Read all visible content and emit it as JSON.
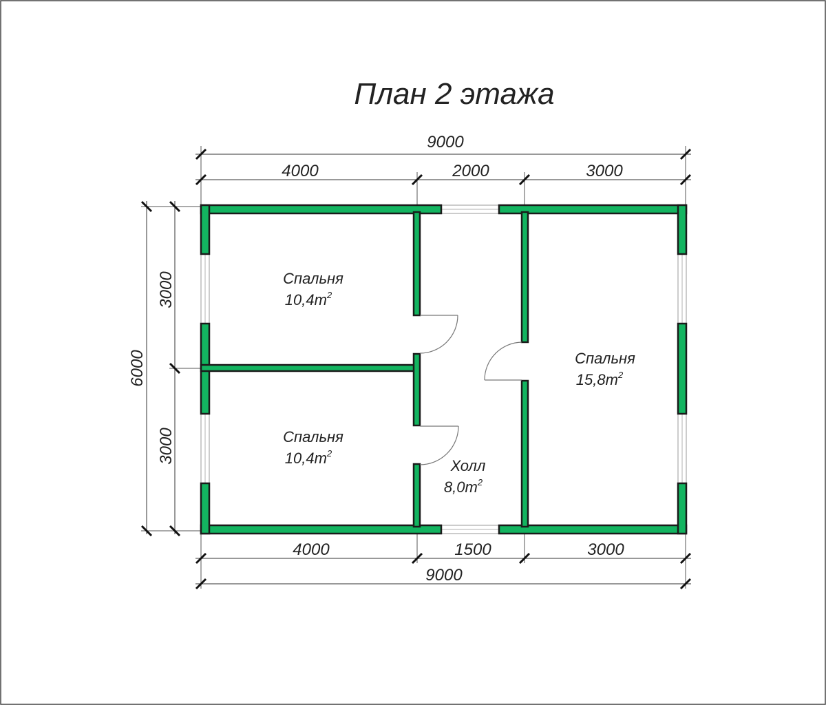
{
  "plan": {
    "title": "План 2 этажа"
  },
  "dimensions": {
    "top_total": "9000",
    "top_left": "4000",
    "top_middle": "2000",
    "top_right": "3000",
    "bottom_left": "4000",
    "bottom_middle": "1500",
    "bottom_right": "3000",
    "bottom_total": "9000",
    "left_total": "6000",
    "left_upper": "3000",
    "left_lower": "3000"
  },
  "rooms": {
    "bedroom_top_left": {
      "name": "Спальня",
      "area": "10,4m",
      "unit_exp": "2"
    },
    "bedroom_bottom_left": {
      "name": "Спальня",
      "area": "10,4m",
      "unit_exp": "2"
    },
    "bedroom_right": {
      "name": "Спальня",
      "area": "15,8m",
      "unit_exp": "2"
    },
    "hall": {
      "name": "Холл",
      "area": "8,0m",
      "unit_exp": "2"
    }
  },
  "colors": {
    "wall": "#13b460",
    "outline": "#1a1a1a"
  }
}
